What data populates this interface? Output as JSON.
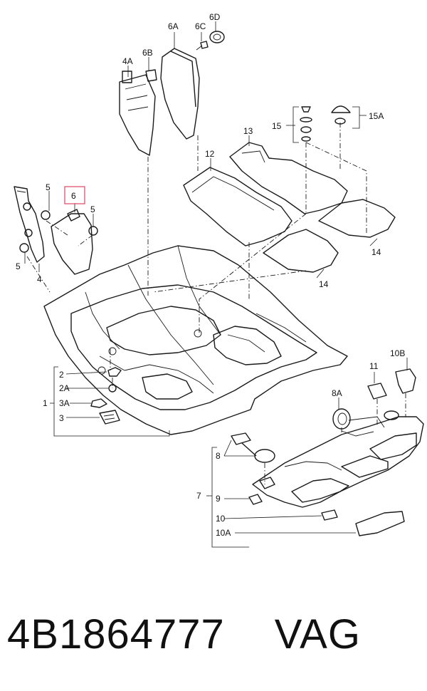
{
  "callouts": {
    "c1": "1",
    "c2": "2",
    "c2A": "2A",
    "c3": "3",
    "c3A": "3A",
    "c4": "4",
    "c4A": "4A",
    "c5a": "5",
    "c5b": "5",
    "c5c": "5",
    "c6": "6",
    "c6A": "6A",
    "c6B": "6B",
    "c6C": "6C",
    "c6D": "6D",
    "c7": "7",
    "c8": "8",
    "c8A": "8A",
    "c9": "9",
    "c10": "10",
    "c10A": "10A",
    "c10B": "10B",
    "c11": "11",
    "c12": "12",
    "c13": "13",
    "c14a": "14",
    "c14b": "14",
    "c15": "15",
    "c15A": "15A"
  },
  "highlight": {
    "label": "6",
    "color": "#e0607a"
  },
  "footer": {
    "part_number": "4B1864777",
    "brand": "VAG"
  }
}
